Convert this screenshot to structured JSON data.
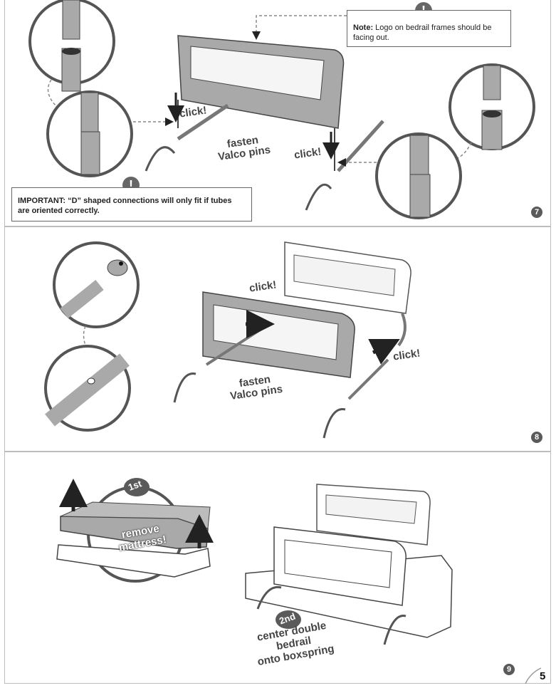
{
  "steps": {
    "step7": {
      "number": "7",
      "note_bold": "Note:",
      "note_text": " Logo on bedrail frames should be facing out.",
      "important_text": "IMPORTANT: “D” shaped connections will only fit if tubes are oriented correctly.",
      "click_left": "click!",
      "click_right": "click!",
      "fasten_line1": "fasten",
      "fasten_line2": "Valco pins"
    },
    "step8": {
      "number": "8",
      "click_top": "click!",
      "click_right": "click!",
      "fasten_line1": "fasten",
      "fasten_line2": "Valco pins"
    },
    "step9": {
      "number": "9",
      "first_badge": "1st",
      "remove_line1": "remove",
      "remove_line2": "mattress!",
      "second_badge": "2nd",
      "center_line1": "center double",
      "center_line2": "bedrail",
      "center_line3": "onto boxspring"
    }
  },
  "page_number": "5",
  "icons": {
    "warning": "exclamation-icon",
    "arrow": "arrow-icon"
  },
  "colors": {
    "rail_gray": "#a9a9a9",
    "dark_gray": "#5a5a5a",
    "panel_border": "#bdbdbd"
  }
}
